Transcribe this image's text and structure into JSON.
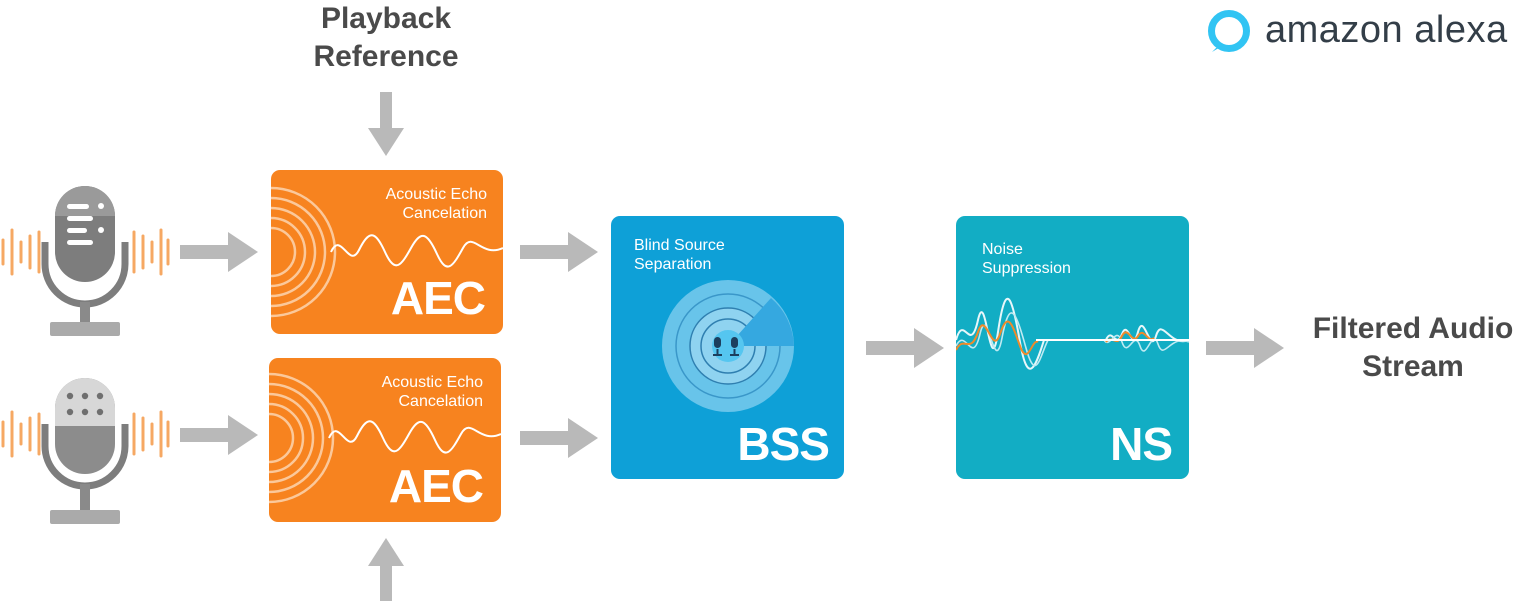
{
  "header": {
    "playback_reference": "Playback\nReference",
    "brand": "amazon alexa"
  },
  "aec_top": {
    "subtitle": "Acoustic Echo\nCancelation",
    "abbr": "AEC"
  },
  "aec_bottom": {
    "subtitle": "Acoustic Echo\nCancelation",
    "abbr": "AEC"
  },
  "bss": {
    "subtitle": "Blind Source\nSeparation",
    "abbr": "BSS"
  },
  "ns": {
    "subtitle": "Noise\nSuppression",
    "abbr": "NS"
  },
  "output": {
    "label": "Filtered Audio\nStream"
  },
  "colors": {
    "aec": "#f7831f",
    "bss": "#0ea0d7",
    "ns": "#12adc4",
    "arrow": "#b9b9b9",
    "mic_waves": "#f6a863",
    "alexa_ring": "#31c4f3"
  },
  "icons": [
    "microphone-icon",
    "alexa-ring-icon",
    "speaker-rings-icon",
    "radar-icon",
    "arrow-icon"
  ]
}
